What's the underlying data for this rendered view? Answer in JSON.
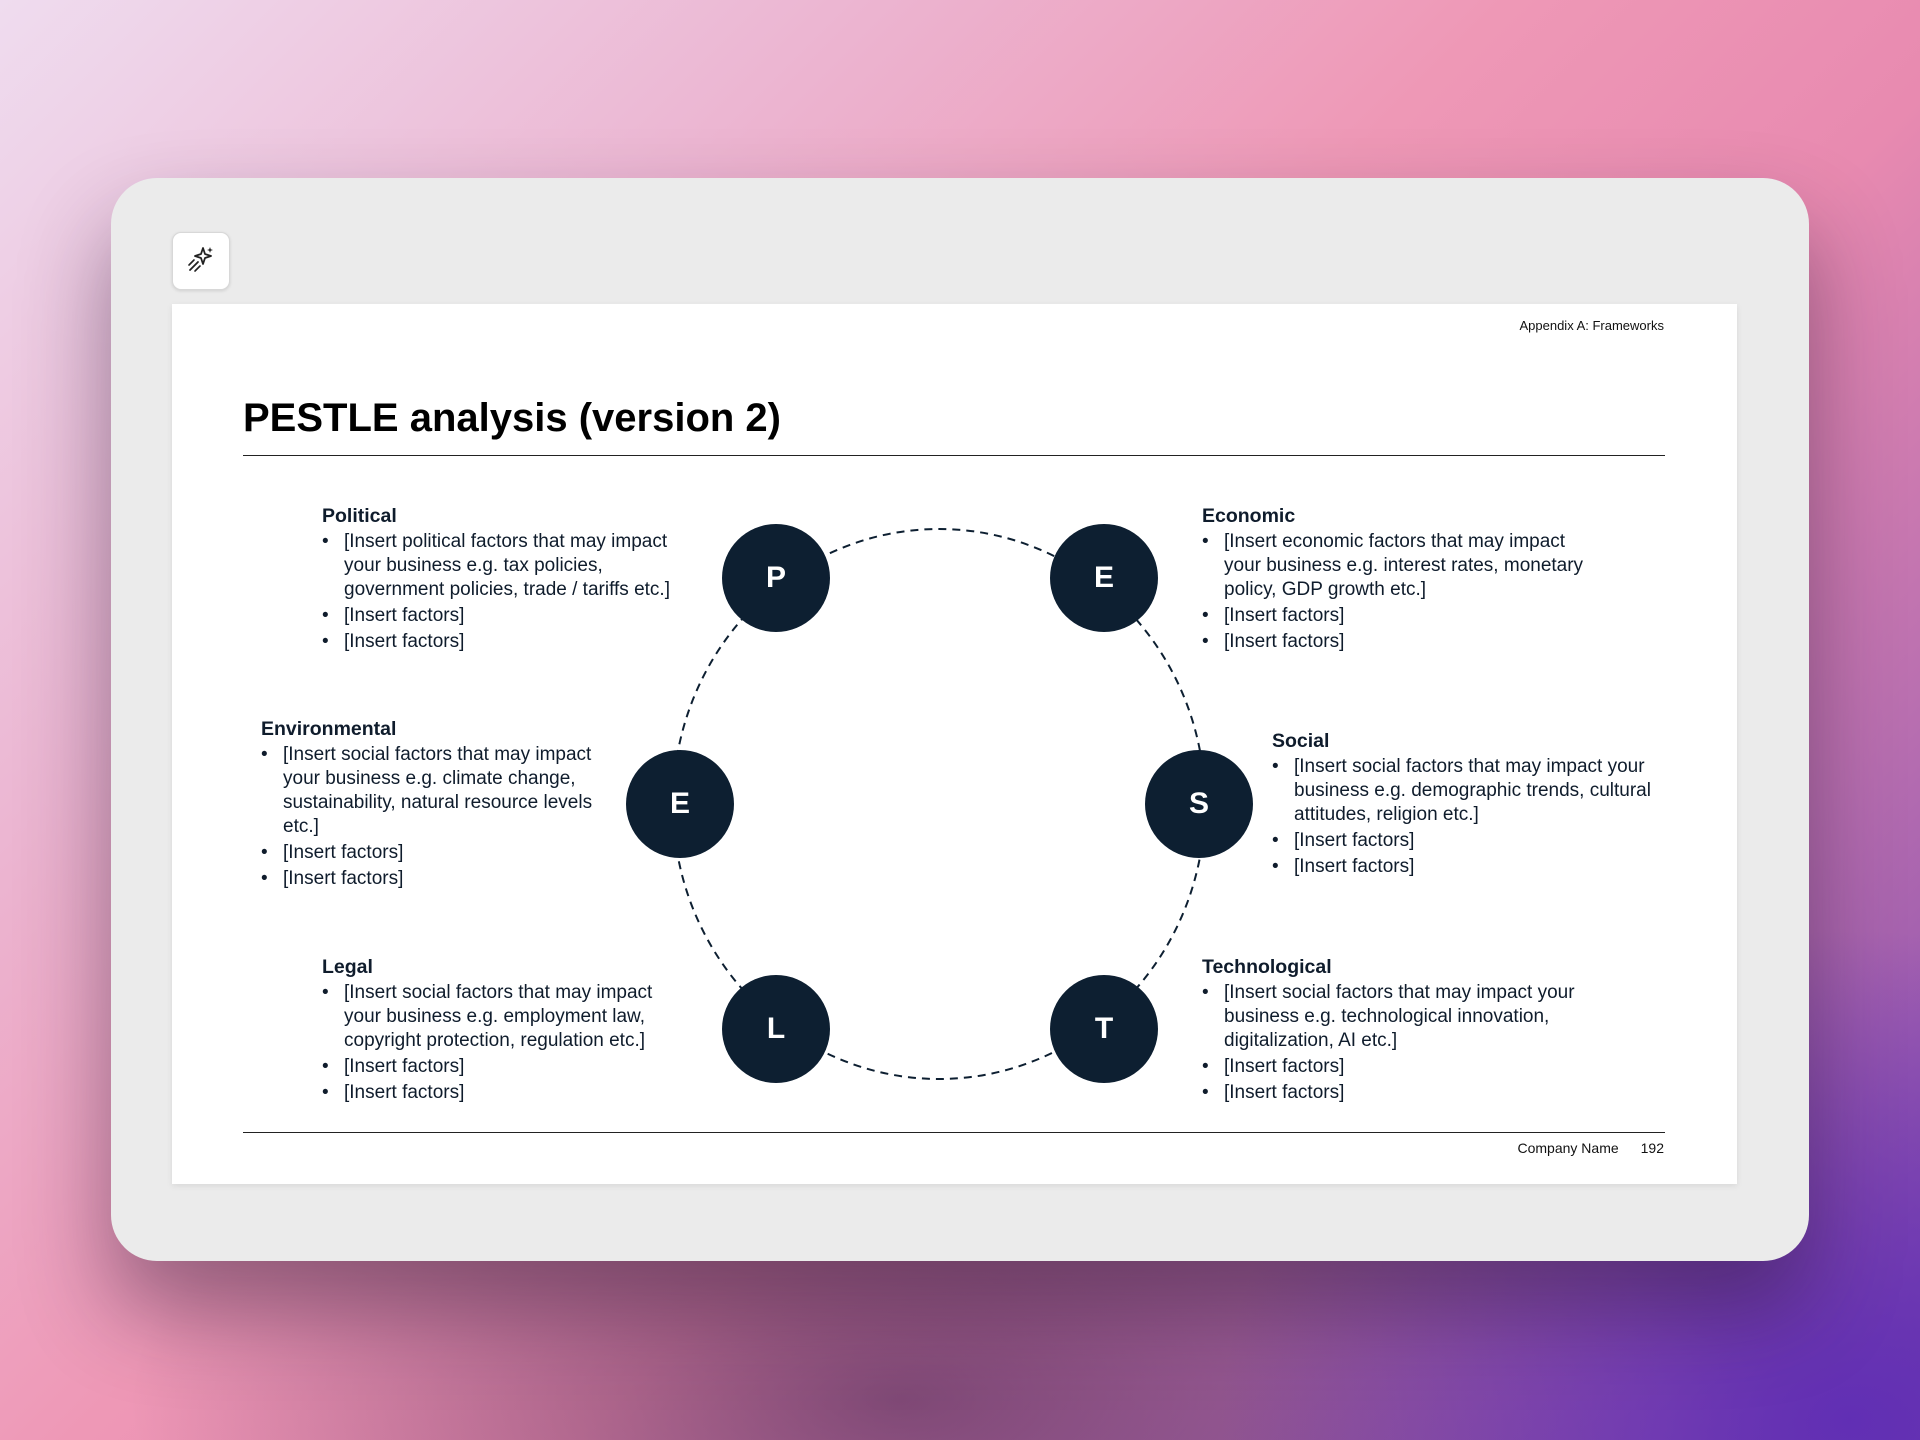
{
  "toolbar": {
    "ai_icon": "sparkles-wand-icon"
  },
  "slide": {
    "header_note": "Appendix A: Frameworks",
    "title": "PESTLE analysis (version 2)",
    "footer": {
      "company": "Company Name",
      "page": "192"
    }
  },
  "colors": {
    "circle": "#0d1f31",
    "text": "#0f1c2c"
  },
  "circles": {
    "political": "P",
    "economic": "E",
    "environmental": "E",
    "social": "S",
    "legal": "L",
    "technological": "T"
  },
  "sections": {
    "political": {
      "heading": "Political",
      "bullets": [
        "[Insert political factors that may impact your business e.g. tax policies, government policies, trade / tariffs etc.]",
        "[Insert factors]",
        "[Insert factors]"
      ]
    },
    "economic": {
      "heading": "Economic",
      "bullets": [
        "[Insert economic factors that may impact your business e.g. interest rates, monetary policy, GDP growth etc.]",
        "[Insert factors]",
        "[Insert factors]"
      ]
    },
    "environmental": {
      "heading": "Environmental",
      "bullets": [
        "[Insert social factors that may impact your business e.g. climate change, sustainability, natural resource levels etc.]",
        "[Insert factors]",
        "[Insert factors]"
      ]
    },
    "social": {
      "heading": "Social",
      "bullets": [
        "[Insert social factors that may impact your business e.g. demographic trends, cultural attitudes, religion etc.]",
        "[Insert factors]",
        "[Insert factors]"
      ]
    },
    "legal": {
      "heading": "Legal",
      "bullets": [
        "[Insert social factors that may impact your business e.g. employment law, copyright protection, regulation etc.]",
        "[Insert factors]",
        "[Insert factors]"
      ]
    },
    "technological": {
      "heading": "Technological",
      "bullets": [
        "[Insert social factors that may impact your business e.g. technological innovation, digitalization, AI etc.]",
        "[Insert factors]",
        "[Insert factors]"
      ]
    }
  }
}
